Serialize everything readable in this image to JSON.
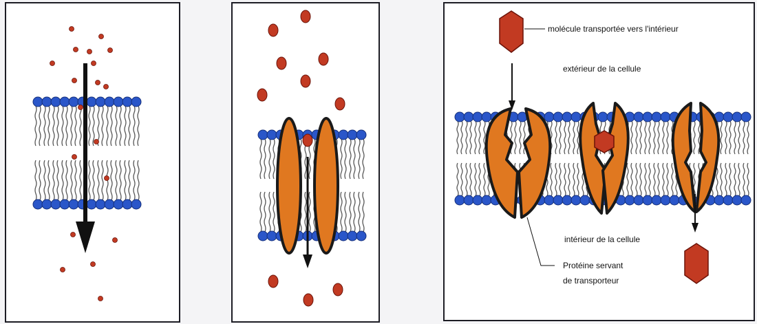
{
  "colors": {
    "background": "#f4f4f6",
    "panel_bg": "#ffffff",
    "panel_border": "#1c1c24",
    "lipid_head": "#2a56c9",
    "lipid_tail": "#555555",
    "molecule": "#c23a22",
    "molecule_border": "#6a1208",
    "protein": "#e07820",
    "protein_border": "#1a1a1a",
    "arrow": "#111111"
  },
  "panels": [
    {
      "id": "simple-diffusion"
    },
    {
      "id": "channel-protein"
    },
    {
      "id": "carrier-protein"
    }
  ],
  "labels": {
    "transported_molecule": "molécule transportée vers l'intérieur",
    "outside_cell": "extérieur de la cellule",
    "inside_cell": "intérieur de la cellule",
    "carrier_protein_line1": "Protéine servant",
    "carrier_protein_line2": "de transporteur"
  }
}
